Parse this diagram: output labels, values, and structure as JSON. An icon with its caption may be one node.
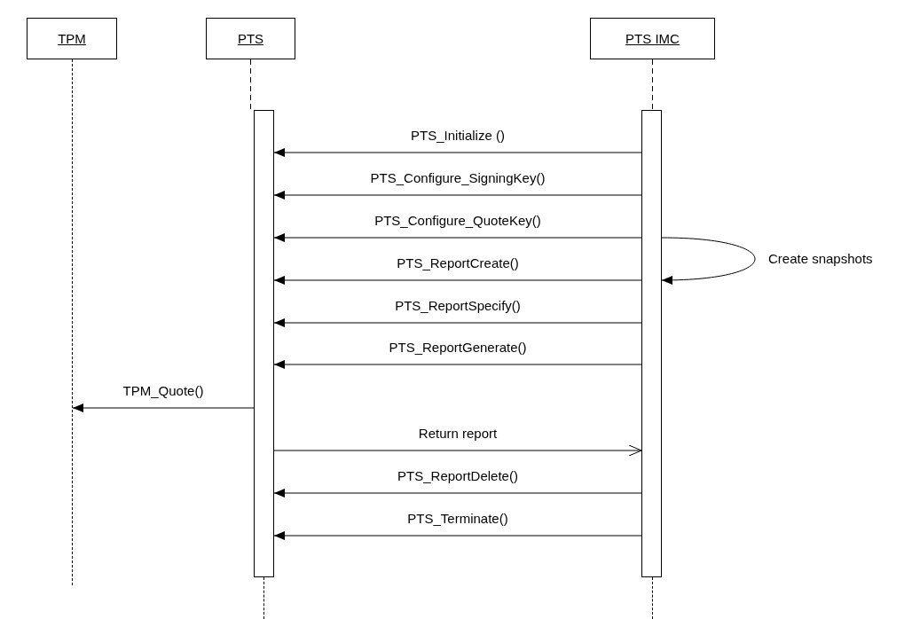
{
  "diagram": {
    "nodes": [
      {
        "text": [
          "TPM"
        ]
      },
      {
        "text": [
          "PTS"
        ]
      },
      {
        "text": [
          "PTS IMC"
        ]
      },
      {
        "text": [],
        "shape": "line"
      },
      {
        "text": [],
        "shape": "bar"
      },
      {
        "text": [],
        "shape": "bar"
      }
    ],
    "edges": [
      {
        "from": 5,
        "to": 4,
        "arrow": "to",
        "label": "PTS_Initialize ()"
      },
      {
        "from": 5,
        "to": 4,
        "arrow": "to",
        "label": "PTS_Configure_SigningKey()"
      },
      {
        "from": 5,
        "to": 4,
        "arrow": "to",
        "label": "PTS_Configure_QuoteKey()"
      },
      {
        "from": 5,
        "to": 5,
        "arrow": "to",
        "label": "Create snapshots"
      },
      {
        "from": 5,
        "to": 4,
        "arrow": "to",
        "label": "PTS_ReportCreate()"
      },
      {
        "from": 5,
        "to": 4,
        "arrow": "to",
        "label": "PTS_ReportSpecify()"
      },
      {
        "from": 5,
        "to": 4,
        "arrow": "to",
        "label": "PTS_ReportGenerate()"
      },
      {
        "from": 4,
        "to": 3,
        "arrow": "to",
        "label": "TPM_Quote()"
      },
      {
        "from": 4,
        "to": 5,
        "arrow": "to",
        "label": "Return report"
      },
      {
        "from": 5,
        "to": 4,
        "arrow": "to",
        "label": "PTS_ReportDelete()"
      },
      {
        "from": 5,
        "to": 4,
        "arrow": "to",
        "label": "PTS_Terminate()"
      },
      {
        "from": 1,
        "to": 4,
        "arrow": "none",
        "style": "dashed"
      },
      {
        "from": 2,
        "to": 5,
        "arrow": "none",
        "style": "dashed"
      }
    ]
  }
}
